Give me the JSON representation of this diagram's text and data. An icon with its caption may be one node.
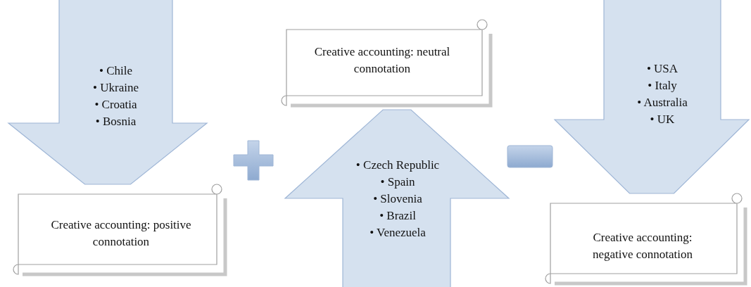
{
  "diagram": {
    "nodes": [
      {
        "text": [
          "• Chile",
          "• Ukraine",
          "• Croatia",
          "• Bosnia"
        ]
      },
      {
        "text": [
          "Creative accounting: positive connotation"
        ]
      },
      {
        "text": [
          "Creative accounting: neutral connotation"
        ]
      },
      {
        "text": [
          "• Czech Republic",
          "• Spain",
          "• Slovenia",
          "• Brazil",
          "• Venezuela"
        ]
      },
      {
        "text": [
          "• USA",
          "• Italy",
          "• Australia",
          "• UK"
        ]
      },
      {
        "text": [
          "Creative accounting: negative connotation"
        ]
      }
    ]
  }
}
